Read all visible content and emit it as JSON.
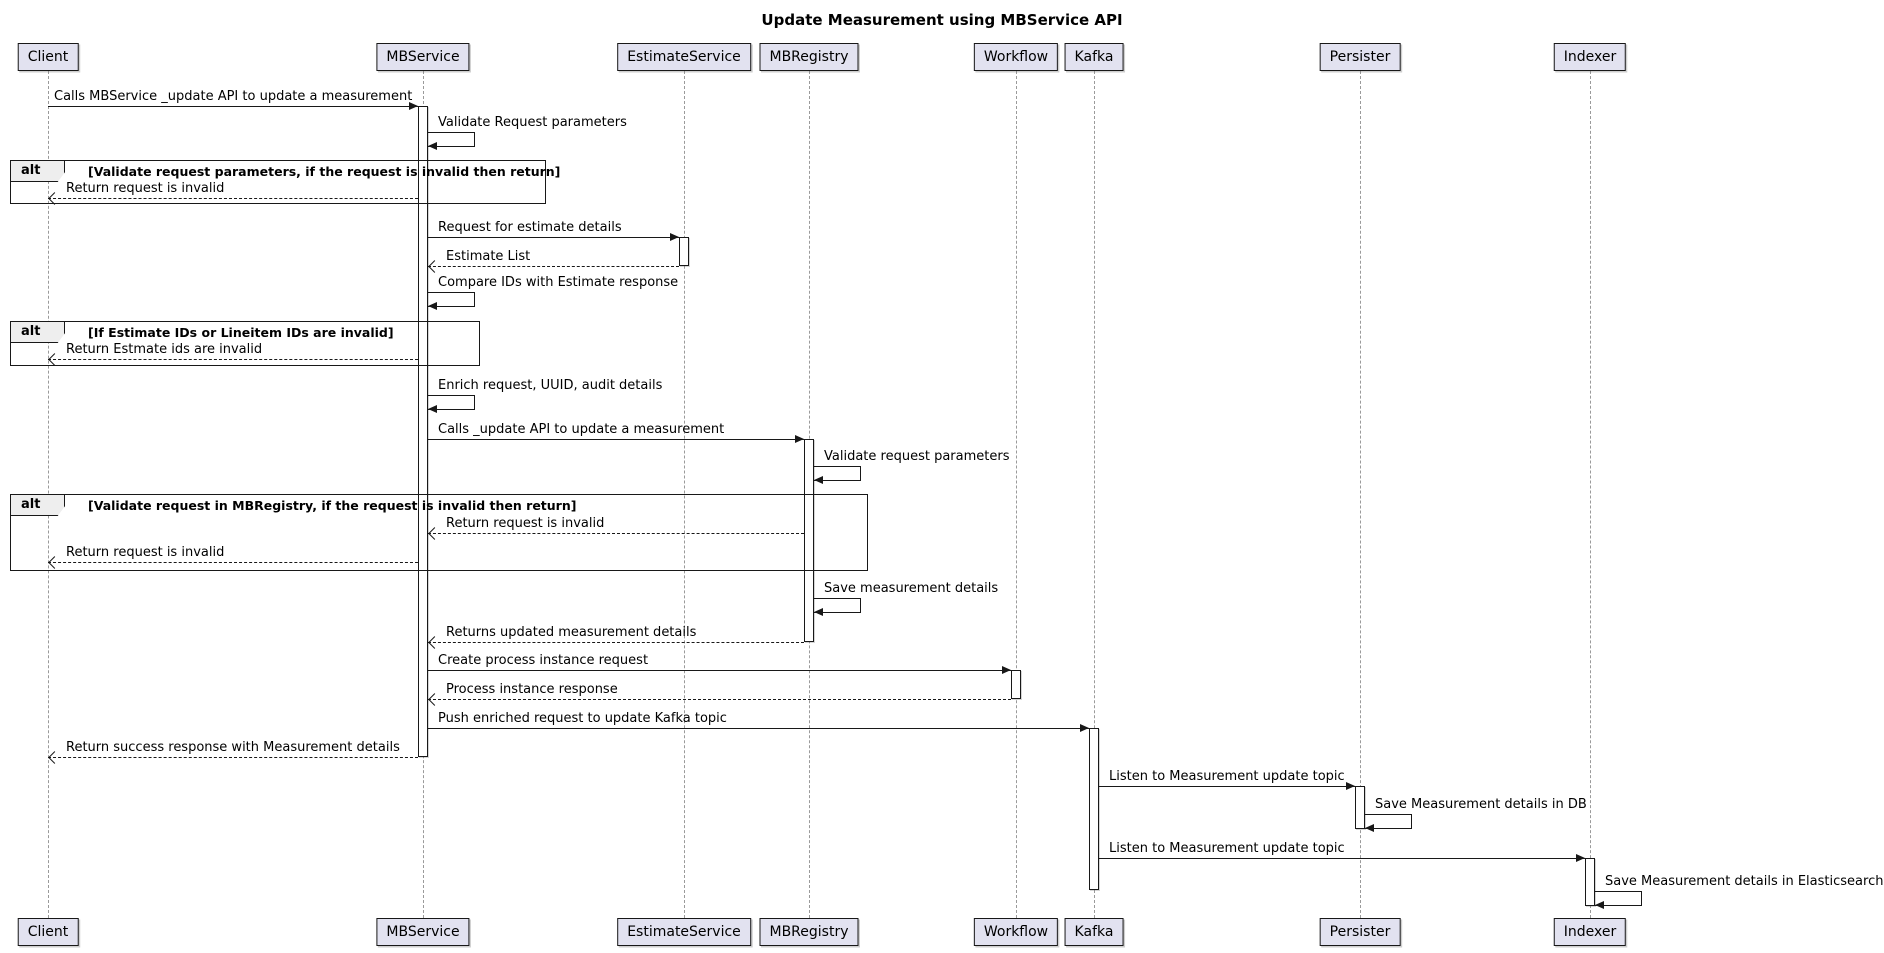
{
  "title": "Update Measurement using MBService API",
  "participants": [
    {
      "name": "Client"
    },
    {
      "name": "MBService"
    },
    {
      "name": "EstimateService"
    },
    {
      "name": "MBRegistry"
    },
    {
      "name": "Workflow"
    },
    {
      "name": "Kafka"
    },
    {
      "name": "Persister"
    },
    {
      "name": "Indexer"
    }
  ],
  "fragments": [
    {
      "operator": "alt",
      "guard": "[Validate request parameters, if the request is invalid then return]"
    },
    {
      "operator": "alt",
      "guard": "[If Estimate IDs or Lineitem IDs are invalid]"
    },
    {
      "operator": "alt",
      "guard": "[Validate request in MBRegistry, if the request is invalid then return]"
    }
  ],
  "messages": [
    {
      "from": "Client",
      "to": "MBService",
      "kind": "sync",
      "label": "Calls MBService _update API to update a measurement"
    },
    {
      "from": "MBService",
      "to": "MBService",
      "kind": "self",
      "label": "Validate Request parameters"
    },
    {
      "from": "MBService",
      "to": "Client",
      "kind": "return",
      "label": "Return request is invalid"
    },
    {
      "from": "MBService",
      "to": "EstimateService",
      "kind": "sync",
      "label": "Request for estimate details"
    },
    {
      "from": "EstimateService",
      "to": "MBService",
      "kind": "return",
      "label": "Estimate List"
    },
    {
      "from": "MBService",
      "to": "MBService",
      "kind": "self",
      "label": "Compare IDs with Estimate response"
    },
    {
      "from": "MBService",
      "to": "Client",
      "kind": "return",
      "label": "Return Estmate ids are invalid"
    },
    {
      "from": "MBService",
      "to": "MBService",
      "kind": "self",
      "label": "Enrich request, UUID, audit details"
    },
    {
      "from": "MBService",
      "to": "MBRegistry",
      "kind": "sync",
      "label": "Calls _update API to update a measurement"
    },
    {
      "from": "MBRegistry",
      "to": "MBRegistry",
      "kind": "self",
      "label": "Validate request parameters"
    },
    {
      "from": "MBRegistry",
      "to": "MBService",
      "kind": "return",
      "label": "Return request is invalid"
    },
    {
      "from": "MBService",
      "to": "Client",
      "kind": "return",
      "label": "Return request is invalid"
    },
    {
      "from": "MBRegistry",
      "to": "MBRegistry",
      "kind": "self",
      "label": "Save measurement details"
    },
    {
      "from": "MBRegistry",
      "to": "MBService",
      "kind": "return",
      "label": "Returns updated measurement details"
    },
    {
      "from": "MBService",
      "to": "Workflow",
      "kind": "sync",
      "label": "Create process instance request"
    },
    {
      "from": "Workflow",
      "to": "MBService",
      "kind": "return",
      "label": "Process instance response"
    },
    {
      "from": "MBService",
      "to": "Kafka",
      "kind": "sync",
      "label": "Push enriched request to update Kafka topic"
    },
    {
      "from": "MBService",
      "to": "Client",
      "kind": "return",
      "label": "Return success response with Measurement details"
    },
    {
      "from": "Kafka",
      "to": "Persister",
      "kind": "sync",
      "label": "Listen to Measurement update topic"
    },
    {
      "from": "Persister",
      "to": "Persister",
      "kind": "self",
      "label": "Save Measurement details in DB"
    },
    {
      "from": "Kafka",
      "to": "Indexer",
      "kind": "sync",
      "label": "Listen to Measurement update topic"
    },
    {
      "from": "Indexer",
      "to": "Indexer",
      "kind": "self",
      "label": "Save Measurement details in Elasticsearch"
    }
  ],
  "colors": {
    "background": "#FFFFFF",
    "participant_fill": "#E2E2F0",
    "border": "#181818",
    "lifeline": "#9A9A9A",
    "fragment_header_fill": "#EEEEEE",
    "text": "#000000"
  }
}
